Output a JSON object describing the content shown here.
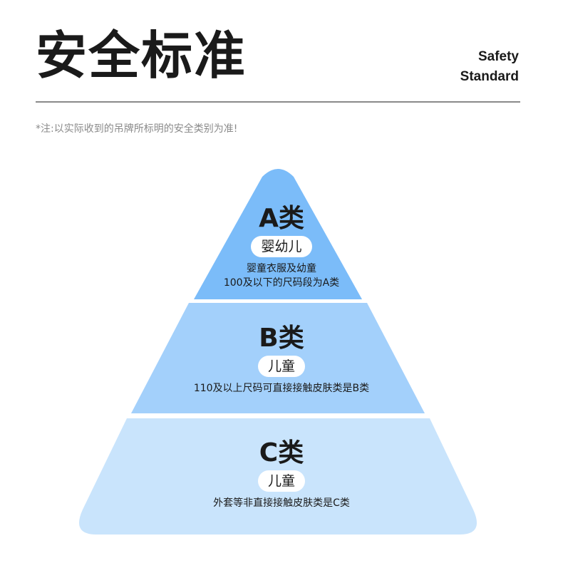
{
  "header": {
    "title": "安全标准",
    "en_line1": "Safety",
    "en_line2": "Standard"
  },
  "note": "*注:以实际收到的吊牌所标明的安全类别为准!",
  "colors": {
    "tier_a": "#7bbcf9",
    "tier_b": "#a3d0fb",
    "tier_c": "#c9e4fc"
  },
  "tiers": [
    {
      "heading": "A类",
      "badge": "婴幼儿",
      "desc_line1": "婴童衣服及幼童",
      "desc_line2": "100及以下的尺码段为A类"
    },
    {
      "heading": "B类",
      "badge": "儿童",
      "desc_line1": "110及以上尺码可直接接触皮肤类是B类"
    },
    {
      "heading": "C类",
      "badge": "儿童",
      "desc_line1": "外套等非直接接触皮肤类是C类"
    }
  ]
}
